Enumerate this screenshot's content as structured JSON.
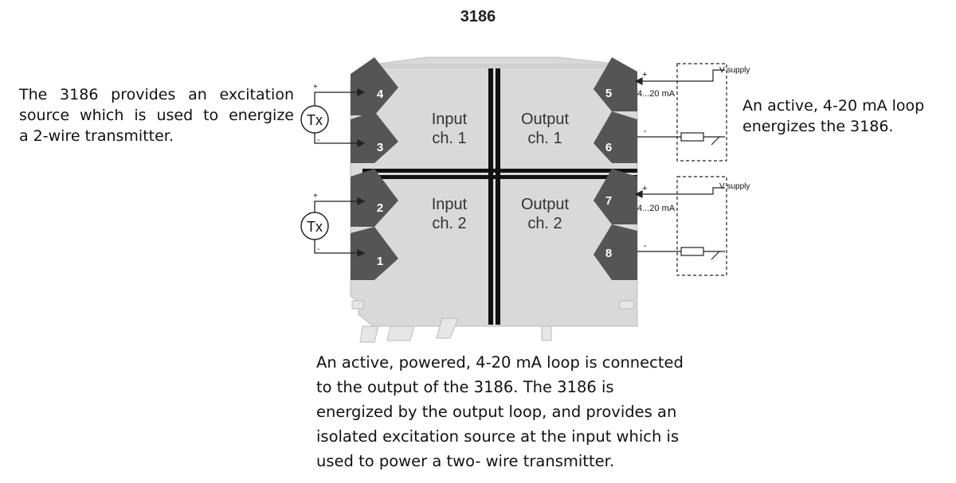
{
  "title": "3186",
  "module": {
    "channels": {
      "input_1": [
        "Input",
        "ch. 1"
      ],
      "output_1": [
        "Output",
        "ch. 1"
      ],
      "input_2": [
        "Input",
        "ch. 2"
      ],
      "output_2": [
        "Output",
        "ch. 2"
      ]
    },
    "terminals": [
      "1",
      "2",
      "3",
      "4",
      "5",
      "6",
      "7",
      "8"
    ]
  },
  "transmitter_label": "Tx",
  "loop": {
    "current_label": "4...20 mA",
    "supply_label": "V supply",
    "plus": "+",
    "minus": "-"
  },
  "notes": {
    "left": [
      "The 3186 provides an excitation",
      "source which is used to energize",
      "a 2-wire transmitter."
    ],
    "right": [
      "An active, 4-20 mA loop",
      "energizes the 3186."
    ],
    "bottom": [
      "An active, powered, 4-20 mA loop is connected",
      "to the output of the 3186. The 3186 is",
      "energized by the output loop, and provides an",
      "isolated excitation source at the input which is",
      "used to power a two- wire transmitter."
    ]
  },
  "colors": {
    "housing": "#d9d9d9",
    "terminal": "#555555",
    "divider": "#111111",
    "text": "#111111"
  }
}
